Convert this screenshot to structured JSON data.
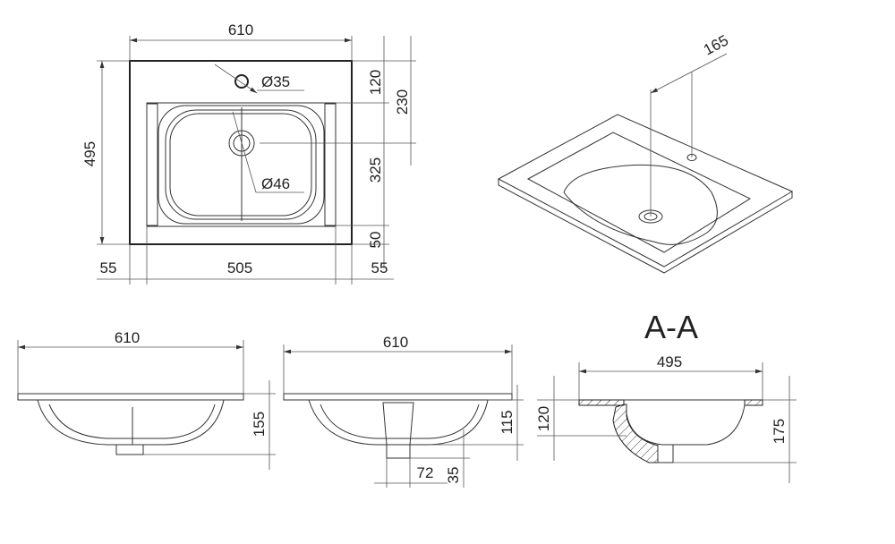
{
  "top_view": {
    "width_total": "610",
    "depth_total": "495",
    "tap_hole_diameter": "Ø35",
    "drain_diameter": "Ø46",
    "dim_120": "120",
    "dim_230": "230",
    "dim_325": "325",
    "dim_50": "50",
    "margin_left": "55",
    "inner_width": "505",
    "margin_right": "55"
  },
  "iso_view": {
    "dim_165": "165"
  },
  "front_view_1": {
    "width": "610",
    "height": "155"
  },
  "front_view_2": {
    "width": "610",
    "height_115": "115",
    "drain_width": "72",
    "drain_height": "35"
  },
  "section_view": {
    "title": "A-A",
    "depth": "495",
    "height_120": "120",
    "height_175": "175"
  }
}
